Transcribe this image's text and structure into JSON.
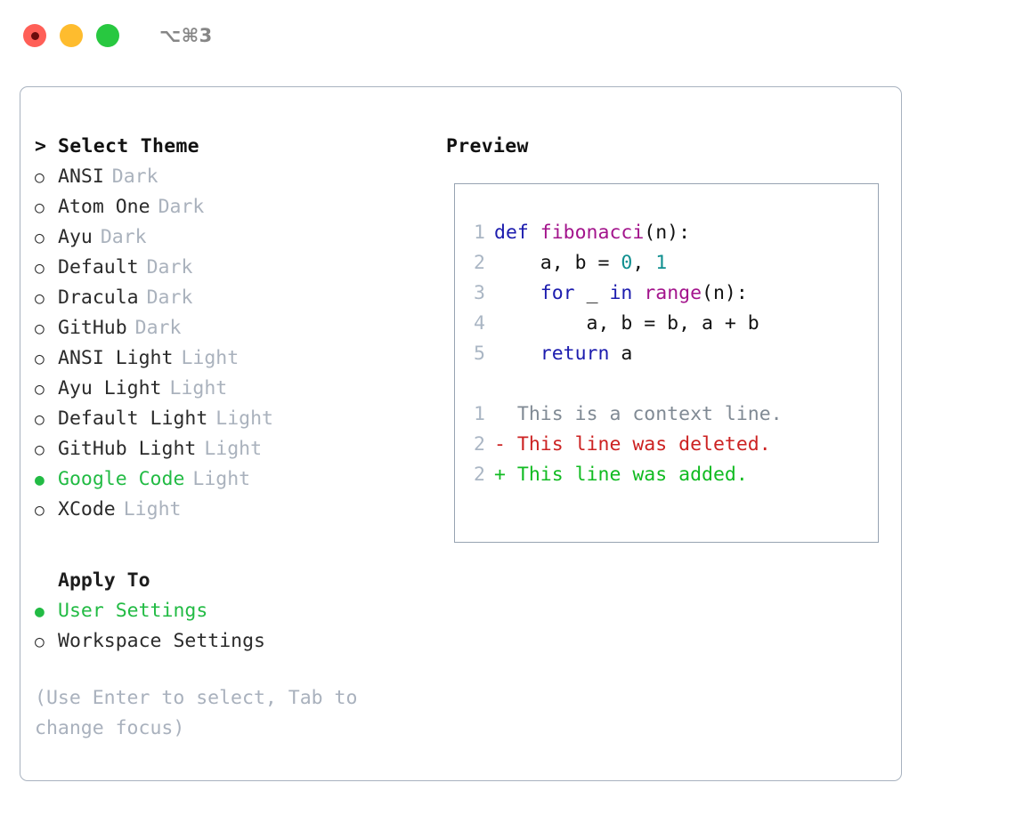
{
  "titlebar": {
    "dots": [
      {
        "name": "close-button",
        "color": "#ff5f57",
        "recording": true
      },
      {
        "name": "minimize-button",
        "color": "#febc2e",
        "recording": false
      },
      {
        "name": "maximize-button",
        "color": "#28c840",
        "recording": false
      }
    ],
    "shortcut": "⌥⌘3"
  },
  "left": {
    "header": {
      "caret": ">",
      "label": "Select Theme"
    },
    "themes": [
      {
        "marker": "○",
        "name": "ANSI",
        "tag": "Dark",
        "selected": false
      },
      {
        "marker": "○",
        "name": "Atom One",
        "tag": "Dark",
        "selected": false
      },
      {
        "marker": "○",
        "name": "Ayu",
        "tag": "Dark",
        "selected": false
      },
      {
        "marker": "○",
        "name": "Default",
        "tag": "Dark",
        "selected": false
      },
      {
        "marker": "○",
        "name": "Dracula",
        "tag": "Dark",
        "selected": false
      },
      {
        "marker": "○",
        "name": "GitHub",
        "tag": "Dark",
        "selected": false
      },
      {
        "marker": "○",
        "name": "ANSI Light",
        "tag": "Light",
        "selected": false
      },
      {
        "marker": "○",
        "name": "Ayu Light",
        "tag": "Light",
        "selected": false
      },
      {
        "marker": "○",
        "name": "Default Light",
        "tag": "Light",
        "selected": false
      },
      {
        "marker": "○",
        "name": "GitHub Light",
        "tag": "Light",
        "selected": false
      },
      {
        "marker": "●",
        "name": "Google Code",
        "tag": "Light",
        "selected": true
      },
      {
        "marker": "○",
        "name": "XCode",
        "tag": "Light",
        "selected": false
      }
    ],
    "apply_to": {
      "header": "Apply To",
      "options": [
        {
          "marker": "●",
          "label": "User Settings",
          "selected": true
        },
        {
          "marker": "○",
          "label": "Workspace Settings",
          "selected": false
        }
      ]
    },
    "hint": "(Use Enter to select, Tab to change focus)"
  },
  "right": {
    "title": "Preview",
    "code_lines": [
      {
        "number": "1",
        "tokens": [
          {
            "text": "def ",
            "type": "kw"
          },
          {
            "text": "fibonacci",
            "type": "fn"
          },
          {
            "text": "(n):",
            "type": "pl"
          }
        ]
      },
      {
        "number": "2",
        "tokens": [
          {
            "text": "    a, b = ",
            "type": "pl"
          },
          {
            "text": "0",
            "type": "num"
          },
          {
            "text": ", ",
            "type": "pl"
          },
          {
            "text": "1",
            "type": "num"
          }
        ]
      },
      {
        "number": "3",
        "tokens": [
          {
            "text": "    ",
            "type": "pl"
          },
          {
            "text": "for",
            "type": "kw"
          },
          {
            "text": " _ ",
            "type": "pl"
          },
          {
            "text": "in",
            "type": "kw"
          },
          {
            "text": " ",
            "type": "pl"
          },
          {
            "text": "range",
            "type": "fn"
          },
          {
            "text": "(n):",
            "type": "pl"
          }
        ]
      },
      {
        "number": "4",
        "tokens": [
          {
            "text": "        a, b = b, a + b",
            "type": "pl"
          }
        ]
      },
      {
        "number": "5",
        "tokens": [
          {
            "text": "    ",
            "type": "pl"
          },
          {
            "text": "return",
            "type": "kw"
          },
          {
            "text": " a",
            "type": "pl"
          }
        ]
      }
    ],
    "diff_lines": [
      {
        "number": "1",
        "sign": " ",
        "text": "This is a context line.",
        "type": "ctx"
      },
      {
        "number": "2",
        "sign": "-",
        "text": "This line was deleted.",
        "type": "del"
      },
      {
        "number": "2",
        "sign": "+",
        "text": "This line was added.",
        "type": "add"
      }
    ]
  },
  "colors": {
    "accent_green": "#22bb44",
    "muted": "#aab2bd",
    "panel_border": "#a8b2bf",
    "preview_border": "#97a3b2",
    "keyword": "#1c1cae",
    "function": "#a3148c",
    "number": "#0f8f8f",
    "diff_delete": "#cc2222",
    "diff_add": "#11bb22",
    "line_number": "#aab6c4"
  }
}
